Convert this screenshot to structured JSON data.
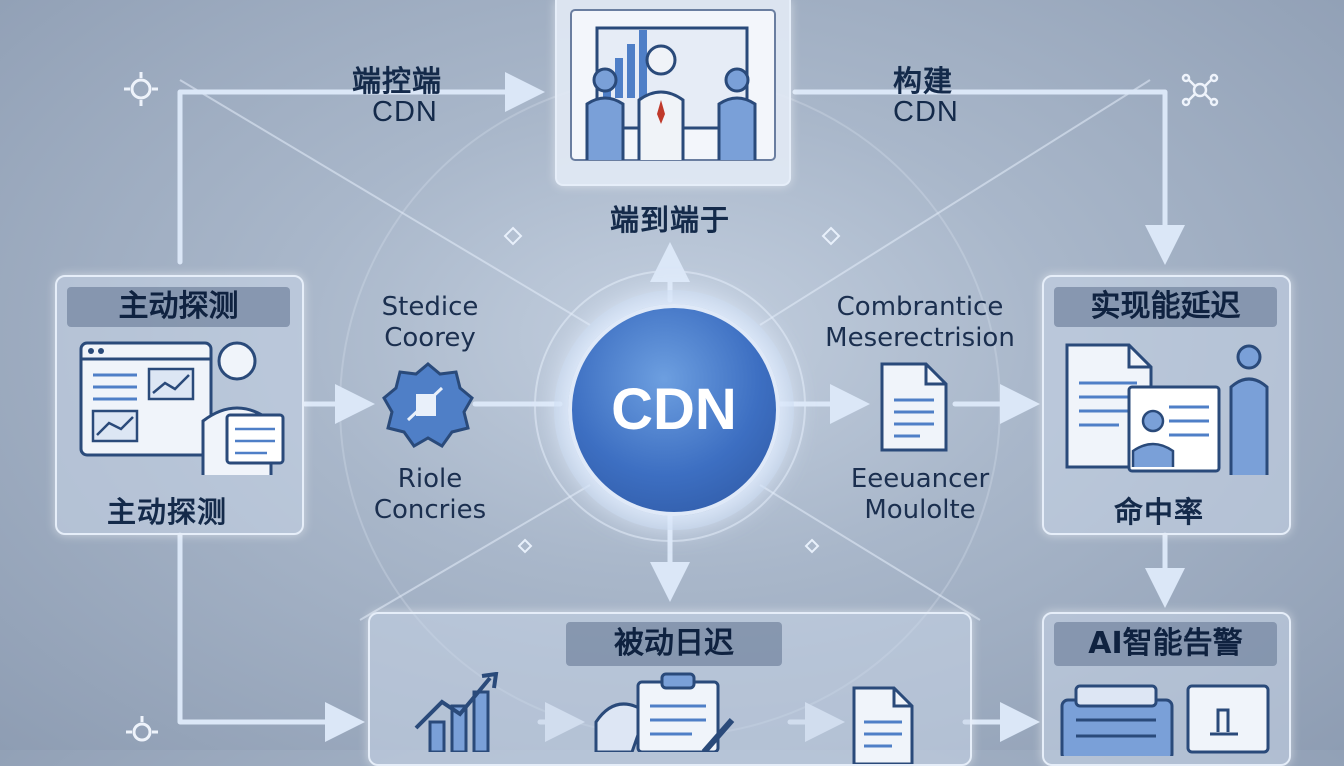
{
  "hub": {
    "label": "CDN"
  },
  "top_left_label": {
    "line1": "端控端",
    "line2": "CDN"
  },
  "top_right_label": {
    "line1": "构建",
    "line2": "CDN"
  },
  "top_card": {
    "caption": "端到端于"
  },
  "left_card": {
    "title": "主动探测",
    "caption": "主动探测"
  },
  "right_card": {
    "title": "实现能延迟",
    "caption": "命中率"
  },
  "bottom_card": {
    "title": "被动日迟"
  },
  "bottom_right_card": {
    "title": "AI智能告警"
  },
  "left_mid_labels": {
    "upper_line1": "Stedice",
    "upper_line2": "Coorey",
    "lower_line1": "Riole",
    "lower_line2": "Concries"
  },
  "right_mid_labels": {
    "upper_line1": "Combrantice",
    "upper_line2": "Meserectrision",
    "lower_line1": "Eeeuancer",
    "lower_line2": "Moulolte"
  },
  "colors": {
    "background": "#a9b7ca",
    "hub": "#3d6fc2",
    "line": "#dbe7f7",
    "text": "#142a4a"
  }
}
